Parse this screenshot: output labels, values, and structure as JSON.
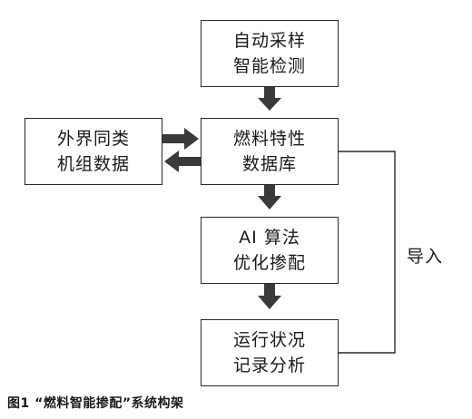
{
  "boxes": {
    "sampling": {
      "line1": "自动采样",
      "line2": "智能检测"
    },
    "database": {
      "line1": "燃料特性",
      "line2": "数据库"
    },
    "ai": {
      "line1": "AI 算法",
      "line2": "优化掺配"
    },
    "record": {
      "line1": "运行状况",
      "line2": "记录分析"
    },
    "external": {
      "line1": "外界同类",
      "line2": "机组数据"
    }
  },
  "feedback_label": "导入",
  "caption": "图1 “燃料智能掺配”系统构架",
  "colors": {
    "stroke": "#2a2a2a",
    "arrow_fill": "#3a3a3a",
    "background": "#ffffff"
  }
}
